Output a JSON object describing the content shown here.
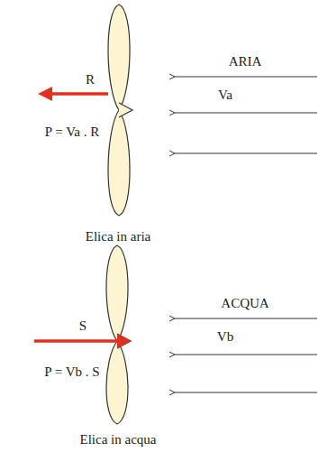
{
  "diagram": {
    "labels": [
      "ARIA",
      "Va",
      "R",
      "P = Va . R",
      "Elica in aria",
      "ACQUA",
      "Vb",
      "S",
      "P = Vb . S",
      "Elica in acqua"
    ]
  }
}
